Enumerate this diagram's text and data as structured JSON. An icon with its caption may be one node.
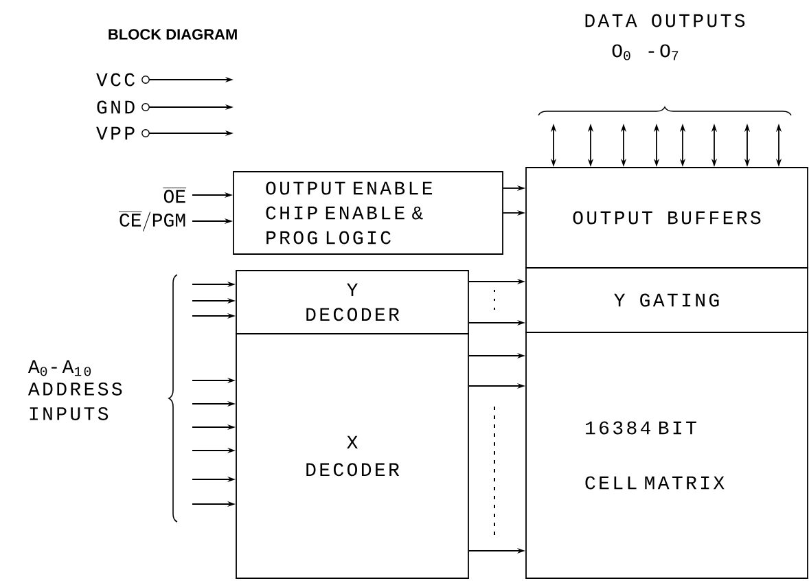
{
  "diagram": {
    "title": "BLOCK DIAGRAM",
    "nodes": [
      {
        "text": [
          "VCC"
        ]
      },
      {
        "text": [
          "GND"
        ]
      },
      {
        "text": [
          "VPP"
        ]
      },
      {
        "text": [
          "\\overline{\\mathrm{OE}}"
        ]
      },
      {
        "text": [
          "\\overline{\\mathrm{CE}}/\\mathrm{PGM}"
        ]
      },
      {
        "text": [
          "OUTPUT ENABLE CHIP ENABLE & PROG LOGIC"
        ]
      },
      {
        "text": [
          "OUTPUT BUFFERS"
        ]
      },
      {
        "text": [
          "Y GATING"
        ]
      },
      {
        "text": [
          "16384 BIT CELL MATRIX"
        ]
      },
      {
        "text": [
          "Y DECODER"
        ]
      },
      {
        "text": [
          "X DECODER"
        ]
      }
    ],
    "edges": [
      {
        "from": 0,
        "to": null,
        "arrow": "to"
      },
      {
        "from": 1,
        "to": null,
        "arrow": "to"
      },
      {
        "from": 2,
        "to": null,
        "arrow": "to"
      },
      {
        "from": 3,
        "to": 5,
        "arrow": "to"
      },
      {
        "from": 4,
        "to": 5,
        "arrow": "to"
      },
      {
        "from": 5,
        "to": 6,
        "arrow": "to"
      },
      {
        "from": 5,
        "to": 6,
        "arrow": "to"
      },
      {
        "from": 6,
        "to": null,
        "arrow": "both"
      },
      {
        "from": 6,
        "to": null,
        "arrow": "both"
      },
      {
        "from": 6,
        "to": null,
        "arrow": "both"
      },
      {
        "from": 6,
        "to": null,
        "arrow": "both"
      },
      {
        "from": 6,
        "to": null,
        "arrow": "both"
      },
      {
        "from": 6,
        "to": null,
        "arrow": "both"
      },
      {
        "from": 6,
        "to": null,
        "arrow": "both"
      },
      {
        "from": 6,
        "to": null,
        "arrow": "both"
      },
      {
        "from": null,
        "to": 9,
        "arrow": "to"
      },
      {
        "from": null,
        "to": 9,
        "arrow": "to"
      },
      {
        "from": null,
        "to": 9,
        "arrow": "to"
      },
      {
        "from": null,
        "to": 10,
        "arrow": "to"
      },
      {
        "from": null,
        "to": 10,
        "arrow": "to"
      },
      {
        "from": null,
        "to": 10,
        "arrow": "to"
      },
      {
        "from": null,
        "to": 10,
        "arrow": "to"
      },
      {
        "from": null,
        "to": 10,
        "arrow": "to"
      },
      {
        "from": null,
        "to": 10,
        "arrow": "to"
      },
      {
        "from": 9,
        "to": 7,
        "arrow": "to"
      },
      {
        "from": 9,
        "to": 7,
        "arrow": "to"
      },
      {
        "from": 10,
        "to": 8,
        "arrow": "to"
      },
      {
        "from": 10,
        "to": 8,
        "arrow": "to"
      },
      {
        "from": 10,
        "to": 8,
        "arrow": "to"
      }
    ],
    "labels": [
      "DATA OUTPUTS",
      "O$_{0}$ -O$_{7}$",
      "A$_{0}$-A$_{10}$",
      "ADDRESS INPUTS"
    ]
  }
}
